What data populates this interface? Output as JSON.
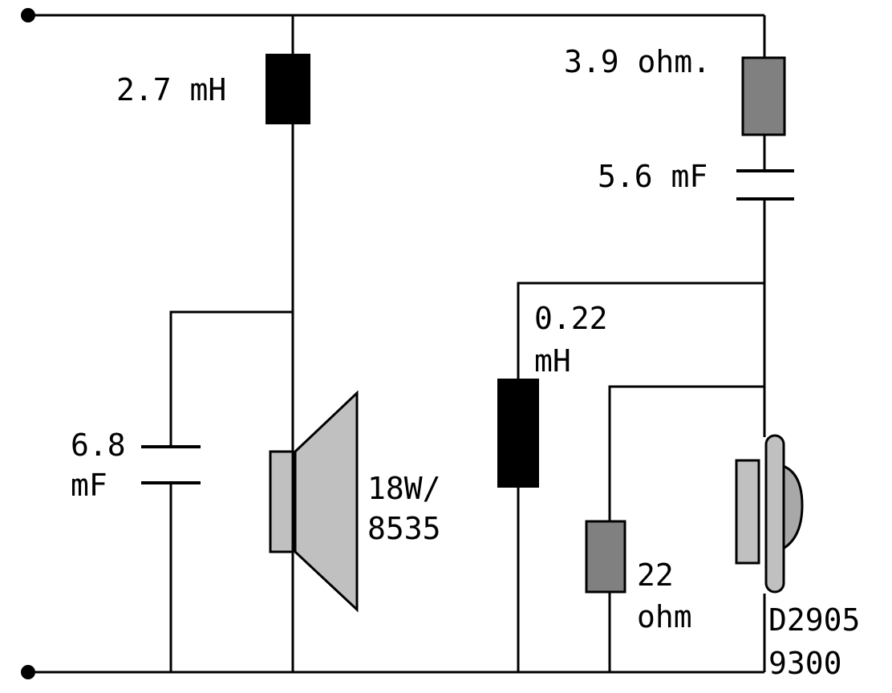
{
  "labels": {
    "l1": "2.7 mH",
    "r1": "3.9 ohm.",
    "c1": "5.6 mF",
    "l2_line1": "0.22",
    "l2_line2": "mH",
    "c2_line1": "6.8",
    "c2_line2": "mF",
    "woofer_line1": "18W/",
    "woofer_line2": "8535",
    "r2_line1": "22",
    "r2_line2": "ohm",
    "tweeter_line1": "D2905",
    "tweeter_line2": "9300"
  },
  "colors": {
    "wire": "#000000",
    "inductor": "#000000",
    "resistor": "#808080",
    "speaker": "#c0c0c0"
  }
}
